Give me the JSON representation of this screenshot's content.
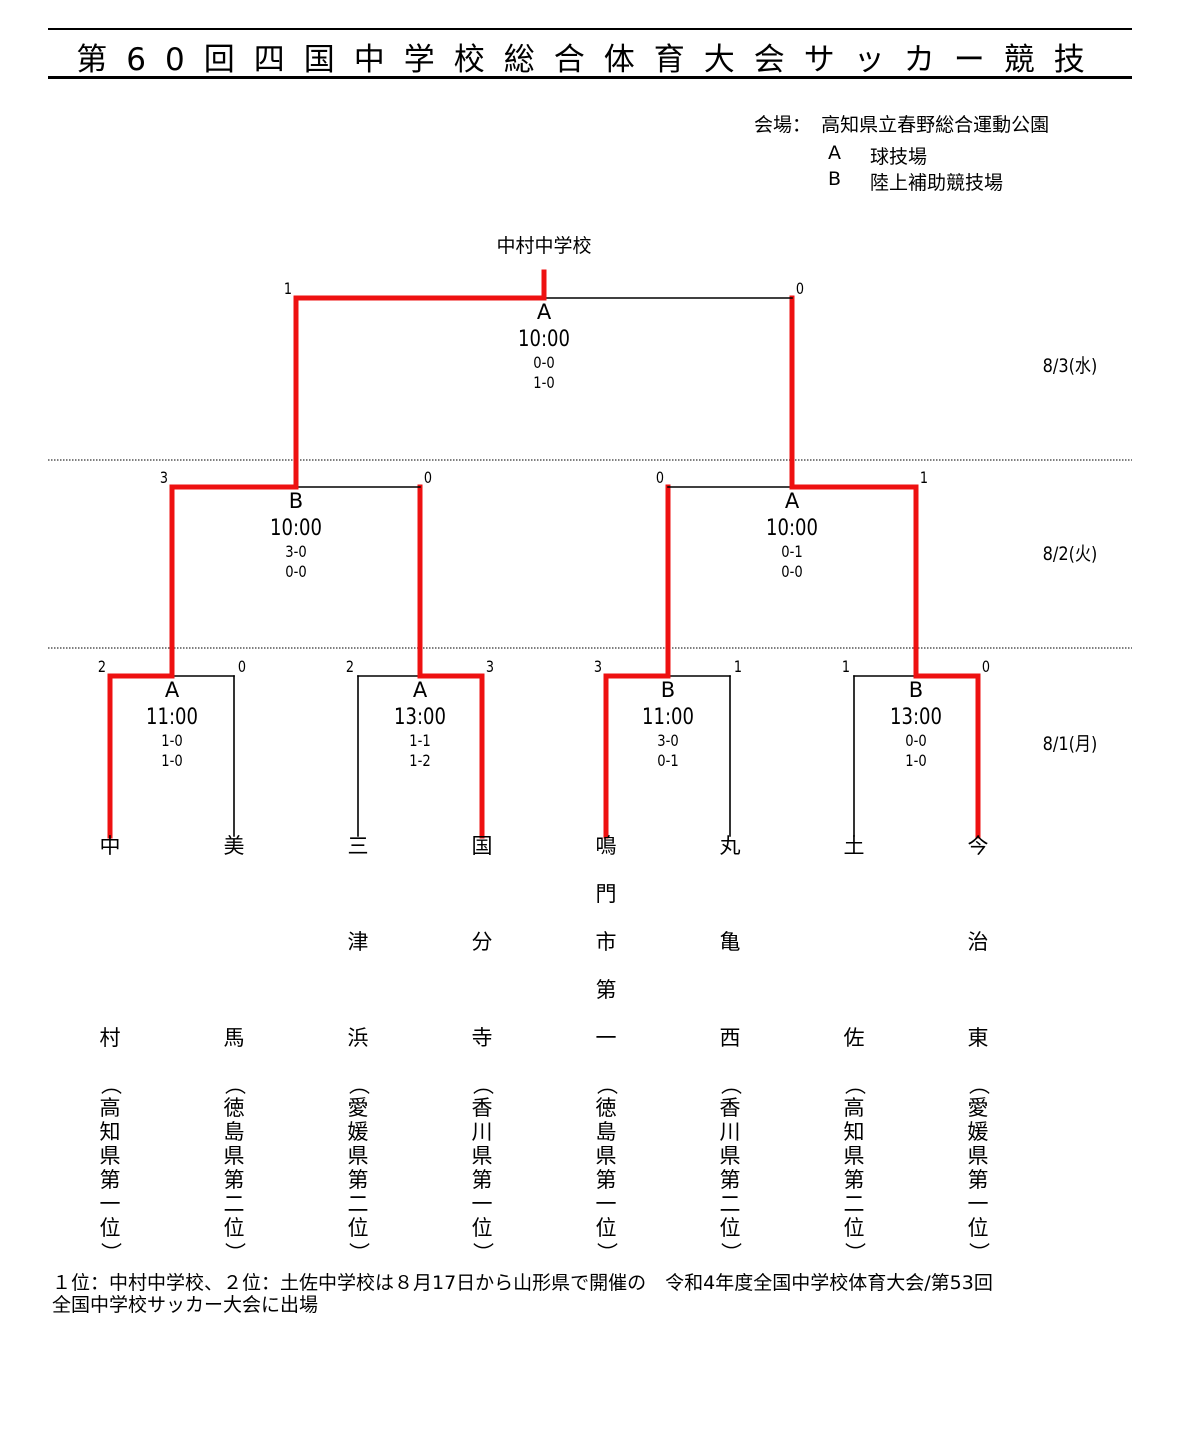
{
  "header": {
    "title": "第60回四国中学校総合体育大会サッカー競技"
  },
  "venue": {
    "label": "会場：",
    "name": "高知県立春野総合運動公園",
    "fields": [
      {
        "code": "A",
        "name": "球技場"
      },
      {
        "code": "B",
        "name": "陸上補助競技場"
      }
    ]
  },
  "bracket": {
    "champion": "中村中学校",
    "dates": [
      "8/3(水)",
      "8/2(火)",
      "8/1(月)"
    ],
    "final": {
      "field": "A",
      "time": "10:00",
      "half1": "0-0",
      "half2": "1-0",
      "left_score": "1",
      "right_score": "0"
    },
    "semifinals": [
      {
        "field": "B",
        "time": "10:00",
        "half1": "3-0",
        "half2": "0-0",
        "left_score": "3",
        "right_score": "0"
      },
      {
        "field": "A",
        "time": "10:00",
        "half1": "0-1",
        "half2": "0-0",
        "left_score": "0",
        "right_score": "1"
      }
    ],
    "quarterfinals": [
      {
        "field": "A",
        "time": "11:00",
        "half1": "1-0",
        "half2": "1-0",
        "left_score": "2",
        "right_score": "0"
      },
      {
        "field": "A",
        "time": "13:00",
        "half1": "1-1",
        "half2": "1-2",
        "left_score": "2",
        "right_score": "3"
      },
      {
        "field": "B",
        "time": "11:00",
        "half1": "3-0",
        "half2": "0-1",
        "left_score": "3",
        "right_score": "1"
      },
      {
        "field": "B",
        "time": "13:00",
        "half1": "0-0",
        "half2": "1-0",
        "left_score": "1",
        "right_score": "0"
      }
    ]
  },
  "teams": [
    {
      "name": "中村",
      "pref": "（高知県第一位）"
    },
    {
      "name": "美馬",
      "pref": "（徳島県第二位）"
    },
    {
      "name": "三津浜",
      "pref": "（愛媛県第二位）"
    },
    {
      "name": "国分寺",
      "pref": "（香川県第一位）"
    },
    {
      "name": "鳴門市第一",
      "pref": "（徳島県第一位）"
    },
    {
      "name": "丸亀西",
      "pref": "（香川県第二位）"
    },
    {
      "name": "土佐",
      "pref": "（高知県第二位）"
    },
    {
      "name": "今治東",
      "pref": "（愛媛県第一位）"
    }
  ],
  "footnote": {
    "line1": "１位：中村中学校、２位：土佐中学校は８月17日から山形県で開催の　令和4年度全国中学校体育大会/第53回",
    "line2": "全国中学校サッカー大会に出場"
  },
  "colors": {
    "winner_line": "#ee1111",
    "loser_line": "#000000",
    "divider": "#555555"
  }
}
